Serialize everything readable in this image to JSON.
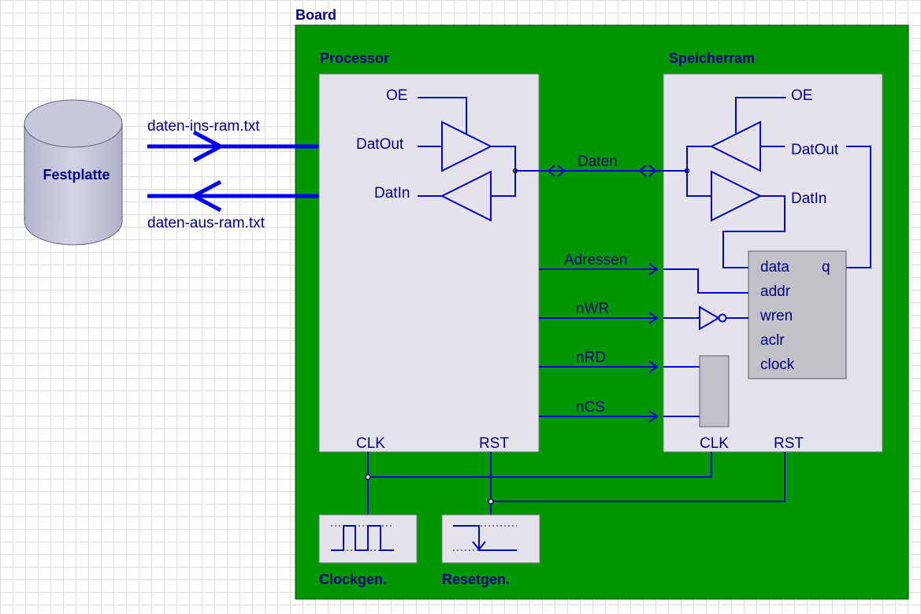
{
  "board": {
    "title": "Board"
  },
  "disk": {
    "label": "Festplatte"
  },
  "files": {
    "input": "daten-ins-ram.txt",
    "output": "daten-aus-ram.txt"
  },
  "processor": {
    "title": "Processor",
    "oe": "OE",
    "datout": "DatOut",
    "datin": "DatIn",
    "clk": "CLK",
    "rst": "RST"
  },
  "ram": {
    "title": "Speicherram",
    "oe": "OE",
    "datout": "DatOut",
    "datin": "DatIn",
    "clk": "CLK",
    "rst": "RST",
    "block": {
      "data": "data",
      "q": "q",
      "addr": "addr",
      "wren": "wren",
      "aclr": "aclr",
      "clock": "clock"
    }
  },
  "bus": {
    "daten": "Daten",
    "adressen": "Adressen",
    "nwr": "nWR",
    "nrd": "nRD",
    "ncs": "nCS"
  },
  "clockgen": {
    "label": "Clockgen."
  },
  "resetgen": {
    "label": "Resetgen."
  },
  "colors": {
    "board": "#009600",
    "wire": "#0000cc",
    "text": "#000080",
    "panel": "#e4e2ea"
  }
}
